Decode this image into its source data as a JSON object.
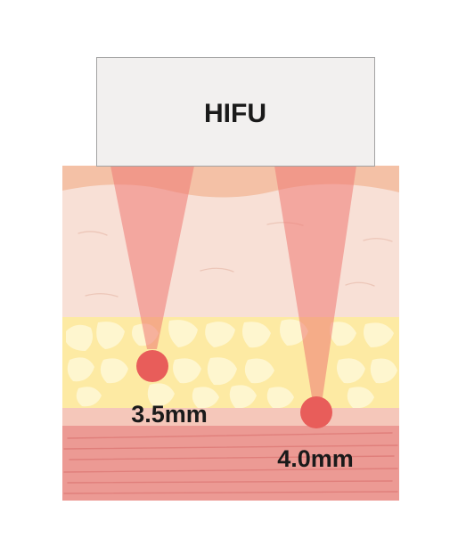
{
  "device": {
    "label": "HIFU"
  },
  "focal_points": [
    {
      "depth_label": "3.5mm"
    },
    {
      "depth_label": "4.0mm"
    }
  ],
  "colors": {
    "device_fill": "#f2f0ef",
    "device_border": "#a3a3a3",
    "epidermis": "#f4c1a6",
    "dermis": "#f8e0d6",
    "fat_bg": "#fdeaa3",
    "fat_cells": "#fef6cf",
    "fascia": "#f5c7ba",
    "muscle": "#ec9a94",
    "beam": "#ee7872",
    "focal_point": "#e85d5a",
    "text": "#1a1a1a"
  }
}
